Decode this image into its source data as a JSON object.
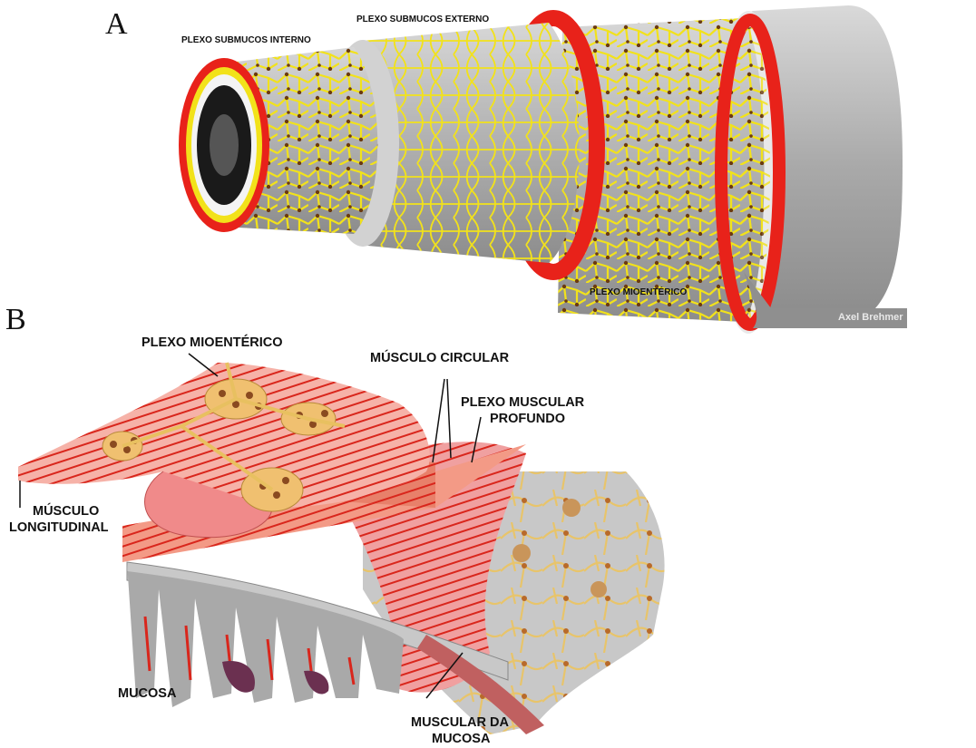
{
  "panels": {
    "a": {
      "letter": "A",
      "labels": {
        "internal_plexus": "PLEXO SUBMUCOS INTERNO",
        "external_plexus": "PLEXO SUBMUCOS EXTERNO",
        "myenteric": "PLEXO MIOENTÉRICO"
      },
      "credit": "Axel Brehmer"
    },
    "b": {
      "letter": "B",
      "labels": {
        "myenteric": "PLEXO MIOENTÉRICO",
        "circular_muscle": "MÚSCULO CIRCULAR",
        "deep_plexus_1": "PLEXO MUSCULAR",
        "deep_plexus_2": "PROFUNDO",
        "longitudinal_1": "MÚSCULO",
        "longitudinal_2": "LONGITUDINAL",
        "mucosa": "MUCOSA",
        "muscularis_1": "MUSCULAR DA",
        "muscularis_2": "MUCOSA"
      }
    }
  },
  "colors": {
    "nerve": "#f2e21a",
    "muscle": "#e8221a",
    "tissue": "#bdbdbd",
    "pink": "#f0a8a8"
  }
}
